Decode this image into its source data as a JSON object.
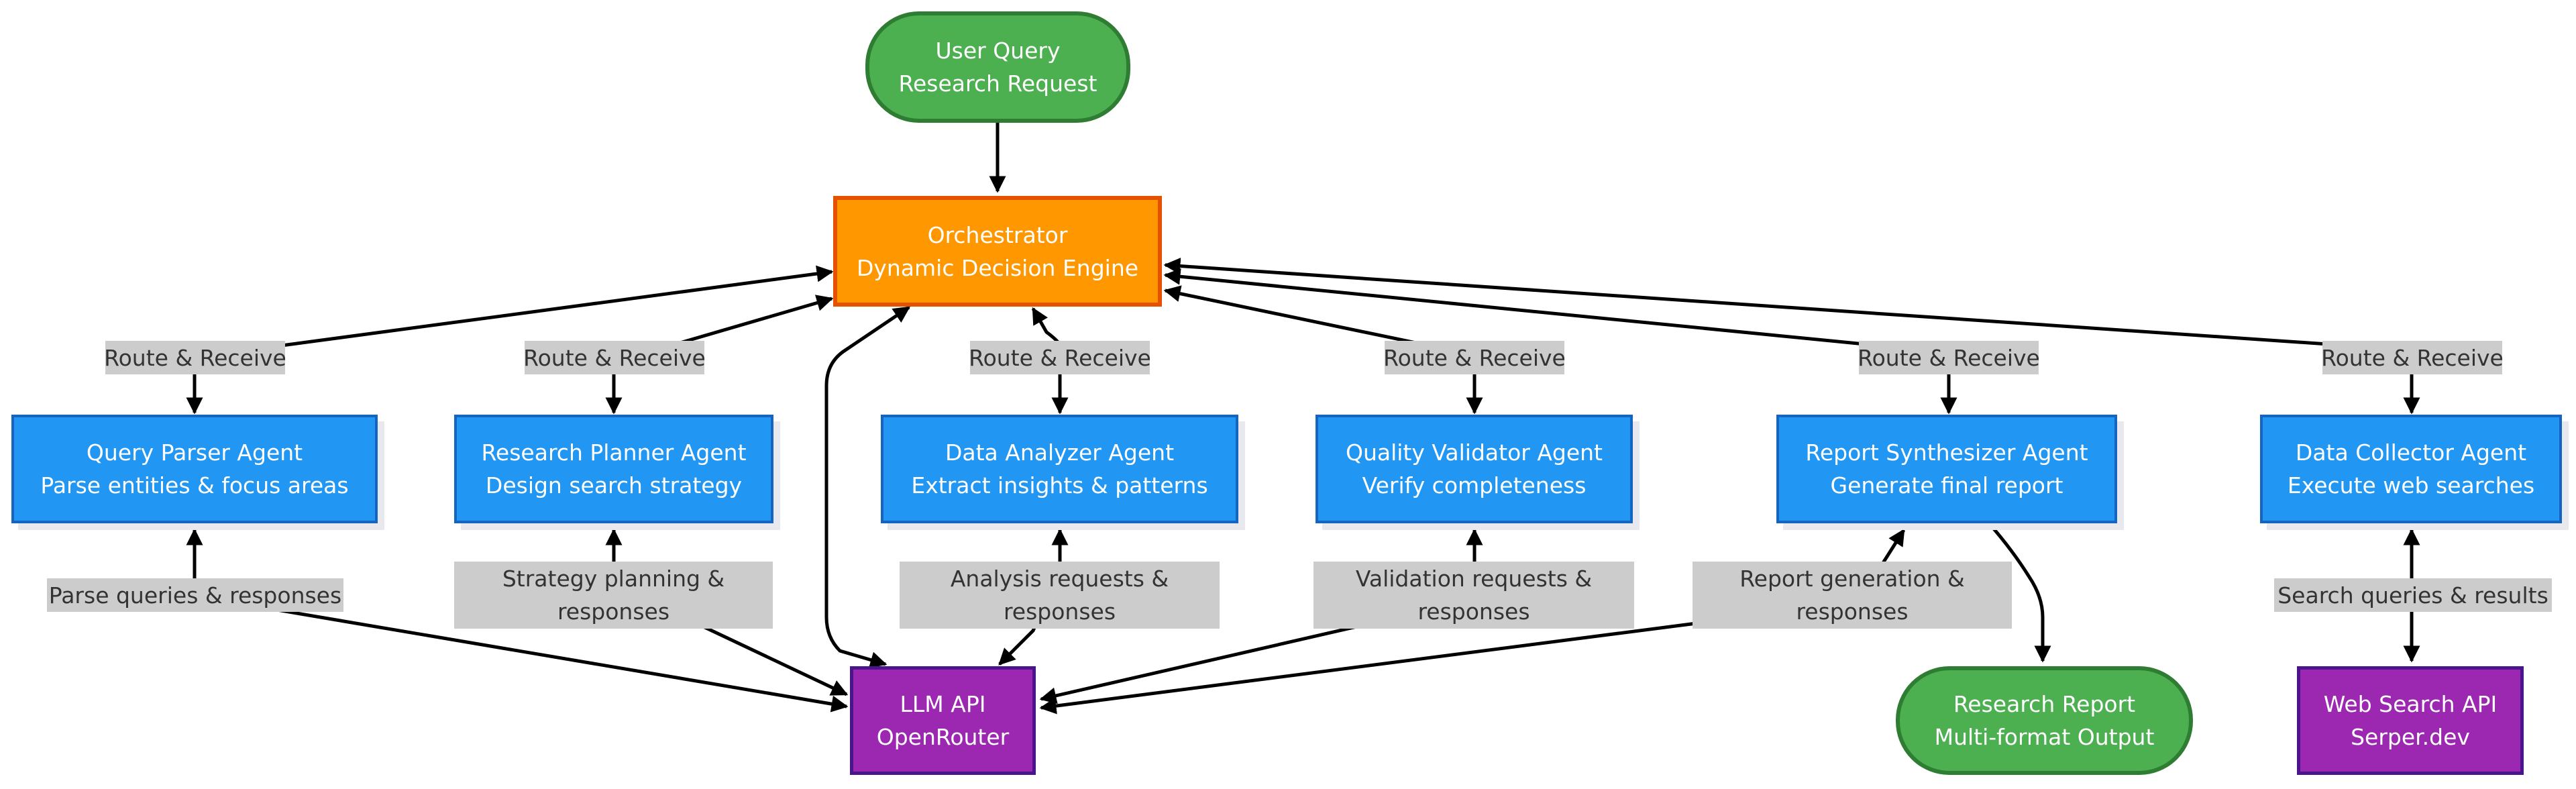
{
  "nodes": {
    "user_query": [
      "User Query",
      "Research Request"
    ],
    "orchestrator": [
      "Orchestrator",
      "Dynamic Decision Engine"
    ],
    "query_parser": [
      "Query Parser Agent",
      "Parse entities & focus areas"
    ],
    "research_planner": [
      "Research Planner Agent",
      "Design search strategy"
    ],
    "data_analyzer": [
      "Data Analyzer Agent",
      "Extract insights & patterns"
    ],
    "quality_validator": [
      "Quality Validator Agent",
      "Verify completeness"
    ],
    "report_synthesizer": [
      "Report Synthesizer Agent",
      "Generate final report"
    ],
    "data_collector": [
      "Data Collector Agent",
      "Execute web searches"
    ],
    "llm_api": [
      "LLM API",
      "OpenRouter"
    ],
    "research_report": [
      "Research Report",
      "Multi-format Output"
    ],
    "web_search_api": [
      "Web Search API",
      "Serper.dev"
    ]
  },
  "edge_labels": {
    "route": "Route & Receive",
    "parse": "Parse queries & responses",
    "strategy": [
      "Strategy planning &",
      "responses"
    ],
    "analysis": [
      "Analysis requests &",
      "responses"
    ],
    "validation": [
      "Validation requests &",
      "responses"
    ],
    "report": [
      "Report generation &",
      "responses"
    ],
    "search": "Search queries & results"
  },
  "colors": {
    "start_end": "#4caf50",
    "orchestrator": "#ff9800",
    "agent": "#2196f3",
    "api": "#9c27b0",
    "edge_label_bg": "#cccccc",
    "line": "#000000"
  }
}
